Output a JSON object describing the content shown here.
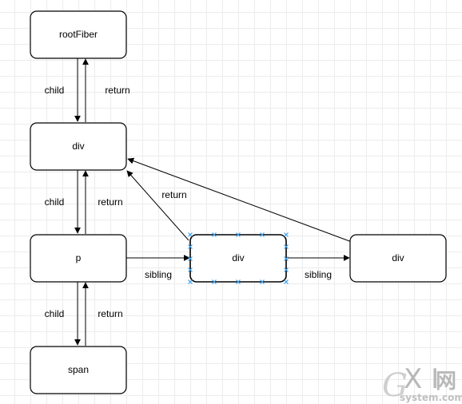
{
  "nodes": {
    "rootFiber": "rootFiber",
    "div_root": "div",
    "p": "p",
    "div_sibling": "div",
    "div_last": "div",
    "span": "span"
  },
  "edges": {
    "child_1": "child",
    "return_1": "return",
    "child_2": "child",
    "return_2": "return",
    "child_3": "child",
    "return_3": "return",
    "return_sibling": "return",
    "sibling_1": "sibling",
    "sibling_2": "sibling"
  },
  "watermark": {
    "brand": "G",
    "xi": "X I",
    "net": "网",
    "site": "system.com"
  }
}
